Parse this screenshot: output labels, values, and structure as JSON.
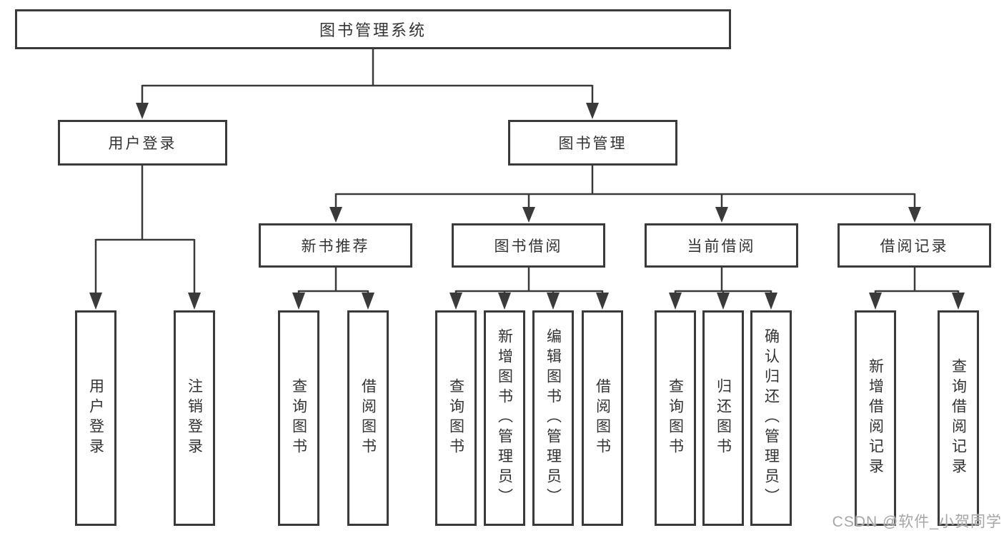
{
  "tree": {
    "root": {
      "label": "图书管理系统"
    },
    "branches": [
      {
        "label": "用户登录",
        "children": [
          {
            "label": "用户登录"
          },
          {
            "label": "注销登录"
          }
        ]
      },
      {
        "label": "图书管理",
        "children": [
          {
            "label": "新书推荐",
            "children": [
              {
                "label": "查询图书"
              },
              {
                "label": "借阅图书"
              }
            ]
          },
          {
            "label": "图书借阅",
            "children": [
              {
                "label": "查询图书"
              },
              {
                "label": "新增图书（管理员）"
              },
              {
                "label": "编辑图书（管理员）"
              },
              {
                "label": "借阅图书"
              }
            ]
          },
          {
            "label": "当前借阅",
            "children": [
              {
                "label": "查询图书"
              },
              {
                "label": "归还图书"
              },
              {
                "label": "确认归还（管理员）"
              }
            ]
          },
          {
            "label": "借阅记录",
            "children": [
              {
                "label": "新增借阅记录"
              },
              {
                "label": "查询借阅记录"
              }
            ]
          }
        ]
      }
    ]
  },
  "watermark": {
    "text": "CSDN @软件_小贺同学"
  },
  "colors": {
    "line": "#3a3a3a",
    "border": "#3a3a3a",
    "text": "#333333",
    "watermark": "#a6a6a6",
    "background": "#ffffff"
  }
}
